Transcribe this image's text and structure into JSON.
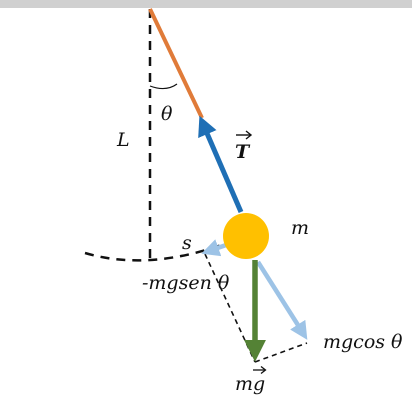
{
  "labels": {
    "length": "L",
    "angle": "θ",
    "tension": "T",
    "mass": "m",
    "arc": "s",
    "tangential_component": "-mgsen θ",
    "normal_component": "mgcos θ",
    "weight_prefix": "m",
    "weight_vector": "g"
  },
  "colors": {
    "ceiling": "#d0d0d0",
    "rod_upper": "#e07b39",
    "tension_arrow": "#1f6fb5",
    "bob": "#ffc000",
    "weight_arrow": "#548235",
    "component_arrows": "#9dc3e6",
    "dashed_lines": "#111111"
  }
}
